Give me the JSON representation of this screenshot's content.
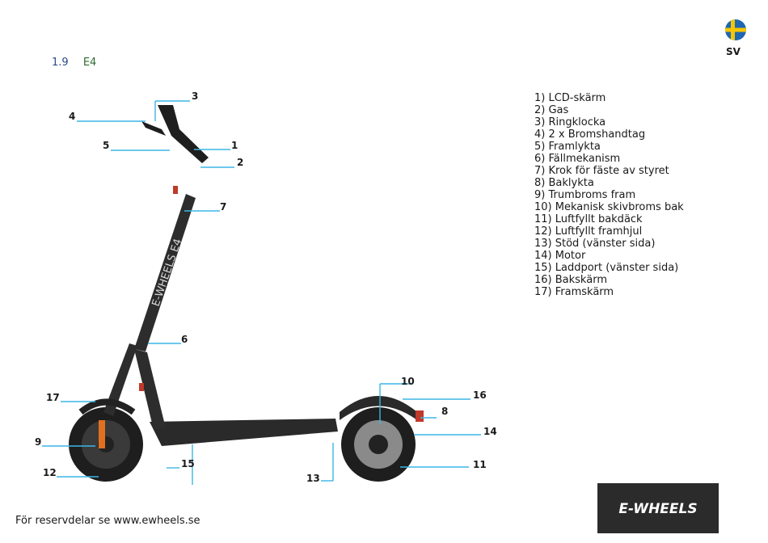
{
  "header": {
    "section_number": "1.9",
    "section_title": "E4"
  },
  "language": {
    "code": "SV",
    "flag": "sweden-flag"
  },
  "parts_list": [
    "1) LCD-skärm",
    "2) Gas",
    "3) Ringklocka",
    "4) 2 x Bromshandtag",
    "5) Framlykta",
    "6) Fällmekanism",
    "7) Krok för fäste av styret",
    "8) Baklykta",
    "9) Trumbroms fram",
    "10) Mekanisk skivbroms bak",
    "11) Luftfyllt bakdäck",
    "12) Luftfyllt framhjul",
    "13) Stöd (vänster sida)",
    "14) Motor",
    "15) Laddport (vänster sida)",
    "16) Bakskärm",
    "17) Framskärm"
  ],
  "scooter": {
    "branding": "E-WHEELS E4"
  },
  "callouts": [
    "1",
    "2",
    "3",
    "4",
    "5",
    "6",
    "7",
    "8",
    "9",
    "10",
    "11",
    "12",
    "13",
    "14",
    "15",
    "16",
    "17"
  ],
  "footer": {
    "text": "För reservdelar se www.ewheels.se"
  },
  "logo": {
    "text": "E-WHEELS",
    "accent": "#5cb85c"
  },
  "colors": {
    "callout_line": "#3bb6e6",
    "scooter_body": "#2a2a2a",
    "accent_red": "#c0392b"
  }
}
